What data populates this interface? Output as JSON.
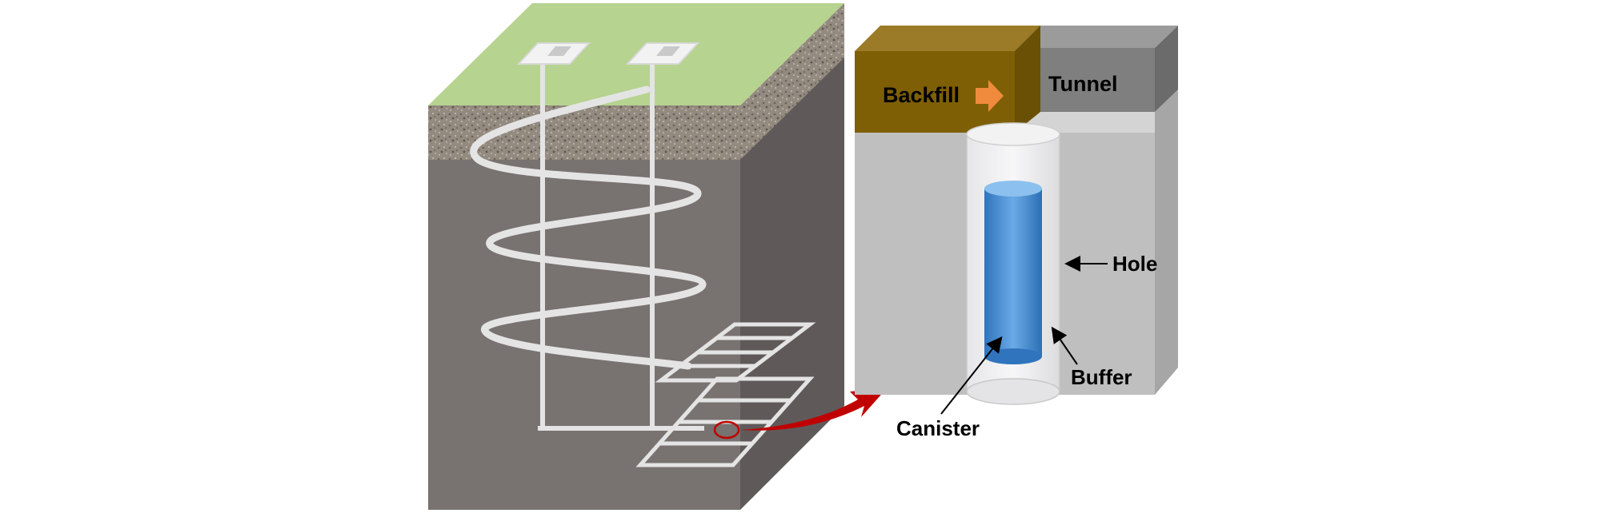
{
  "labels": {
    "backfill": "Backfill",
    "tunnel": "Tunnel",
    "hole": "Hole",
    "buffer": "Buffer",
    "canister": "Canister"
  },
  "colors": {
    "grass": "#b6d38f",
    "soil": "#8f857b",
    "rock_front": "#787270",
    "rock_side": "#5f5a59",
    "tunnel_gray": "#7f7f7f",
    "backfill": "#7e5f05",
    "backfill_top": "#9b7a28",
    "canister": "#4a8fd1",
    "callout_arrow": "#c00000",
    "orange_arrow": "#f08a3c"
  },
  "icons": {
    "shaft_access": "square-pad-icon",
    "detail_pointer": "curved-red-arrow-icon",
    "direction": "orange-right-arrow-icon"
  }
}
